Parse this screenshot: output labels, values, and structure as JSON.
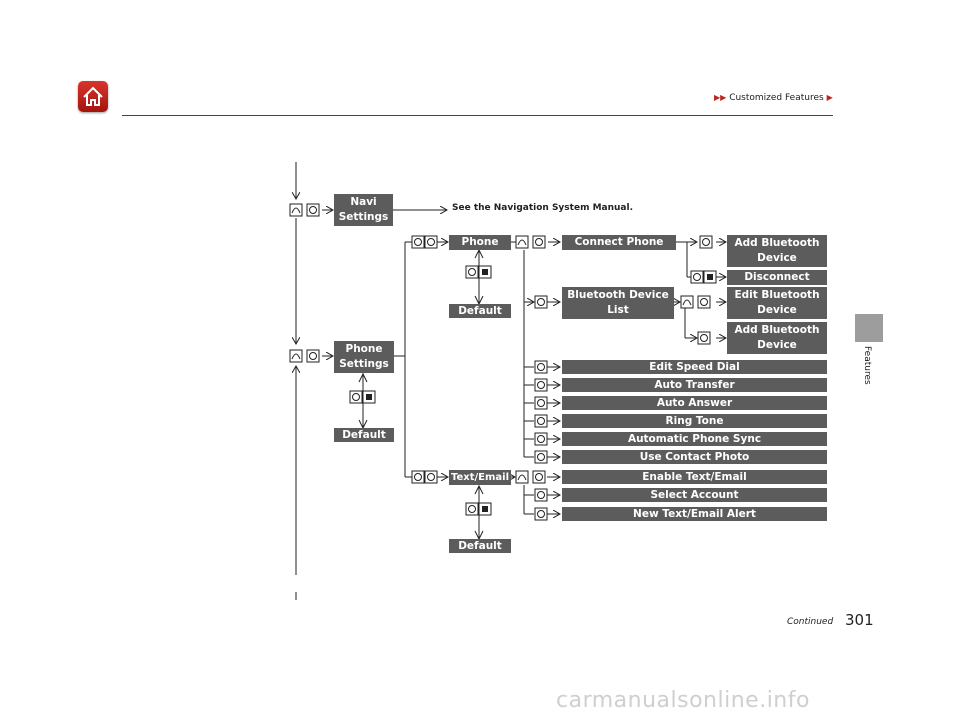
{
  "header": {
    "breadcrumb": "Customized Features",
    "home_icon": "home-icon"
  },
  "side_tab": {
    "label": "Features"
  },
  "footer": {
    "continued": "Continued",
    "page_number": "301"
  },
  "note": "See the Navigation System Manual.",
  "boxes": {
    "navi_settings": "Navi\nSettings",
    "phone_settings": "Phone\nSettings",
    "default_main": "Default",
    "phone": "Phone",
    "default_phone": "Default",
    "text_email": "Text/Email",
    "default_text": "Default",
    "connect_phone": "Connect Phone",
    "add_bt_1": "Add Bluetooth\nDevice",
    "disconnect": "Disconnect",
    "bt_list": "Bluetooth Device\nList",
    "edit_bt": "Edit Bluetooth\nDevice",
    "add_bt_2": "Add Bluetooth\nDevice",
    "edit_speed_dial": "Edit Speed Dial",
    "auto_transfer": "Auto Transfer",
    "auto_answer": "Auto Answer",
    "ring_tone": "Ring Tone",
    "auto_phone_sync": "Automatic Phone Sync",
    "use_contact_photo": "Use Contact Photo",
    "enable_text_email": "Enable Text/Email",
    "select_account": "Select Account",
    "new_text_alert": "New Text/Email Alert"
  },
  "watermark": "carmanualsonline.info"
}
